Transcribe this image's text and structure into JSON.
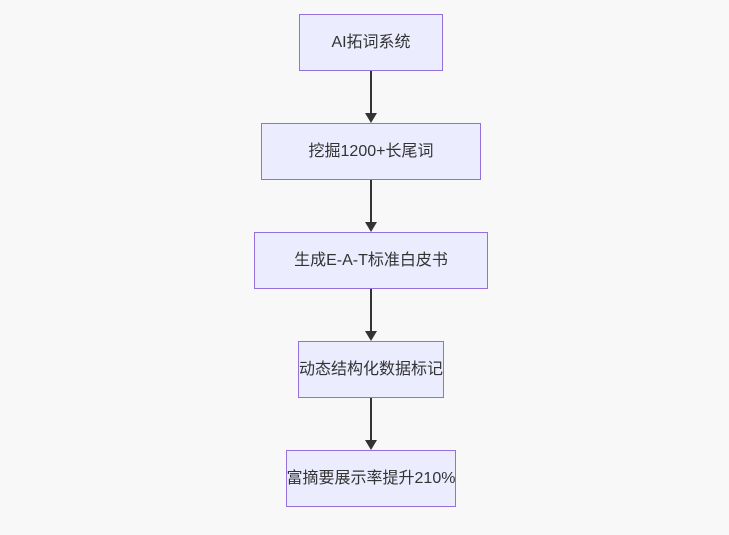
{
  "page": {
    "background_color": "#f8f8f8"
  },
  "diagram": {
    "type": "flowchart",
    "direction": "top-down",
    "colors": {
      "node_fill": "#ECECFF",
      "node_border": "#9370DB",
      "edge": "#333333",
      "text": "#333333"
    },
    "nodes": [
      {
        "label": "AI拓词系统"
      },
      {
        "label": "挖掘1200+长尾词"
      },
      {
        "label": "生成E-A-T标准白皮书"
      },
      {
        "label": "动态结构化数据标记"
      },
      {
        "label": "富摘要展示率提升210%"
      }
    ],
    "edges": [
      {
        "from": 0,
        "to": 1
      },
      {
        "from": 1,
        "to": 2
      },
      {
        "from": 2,
        "to": 3
      },
      {
        "from": 3,
        "to": 4
      }
    ]
  }
}
